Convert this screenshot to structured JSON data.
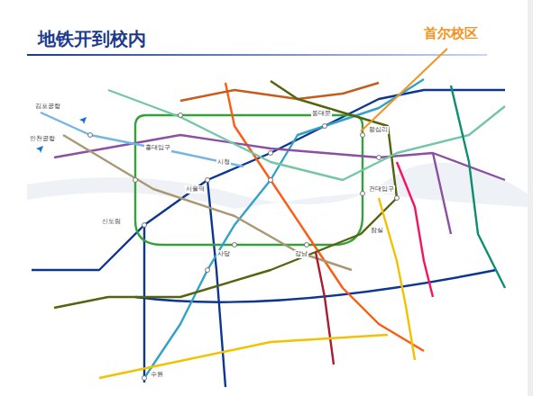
{
  "diagram": {
    "title": "地铁开到校内",
    "labels": [
      "首尔校区",
      "김포공항",
      "인천공항",
      "홍대입구",
      "서울역",
      "시청",
      "동대문",
      "왕십리",
      "건대입구",
      "강남",
      "잠실",
      "사당",
      "신도림",
      "수원"
    ]
  }
}
